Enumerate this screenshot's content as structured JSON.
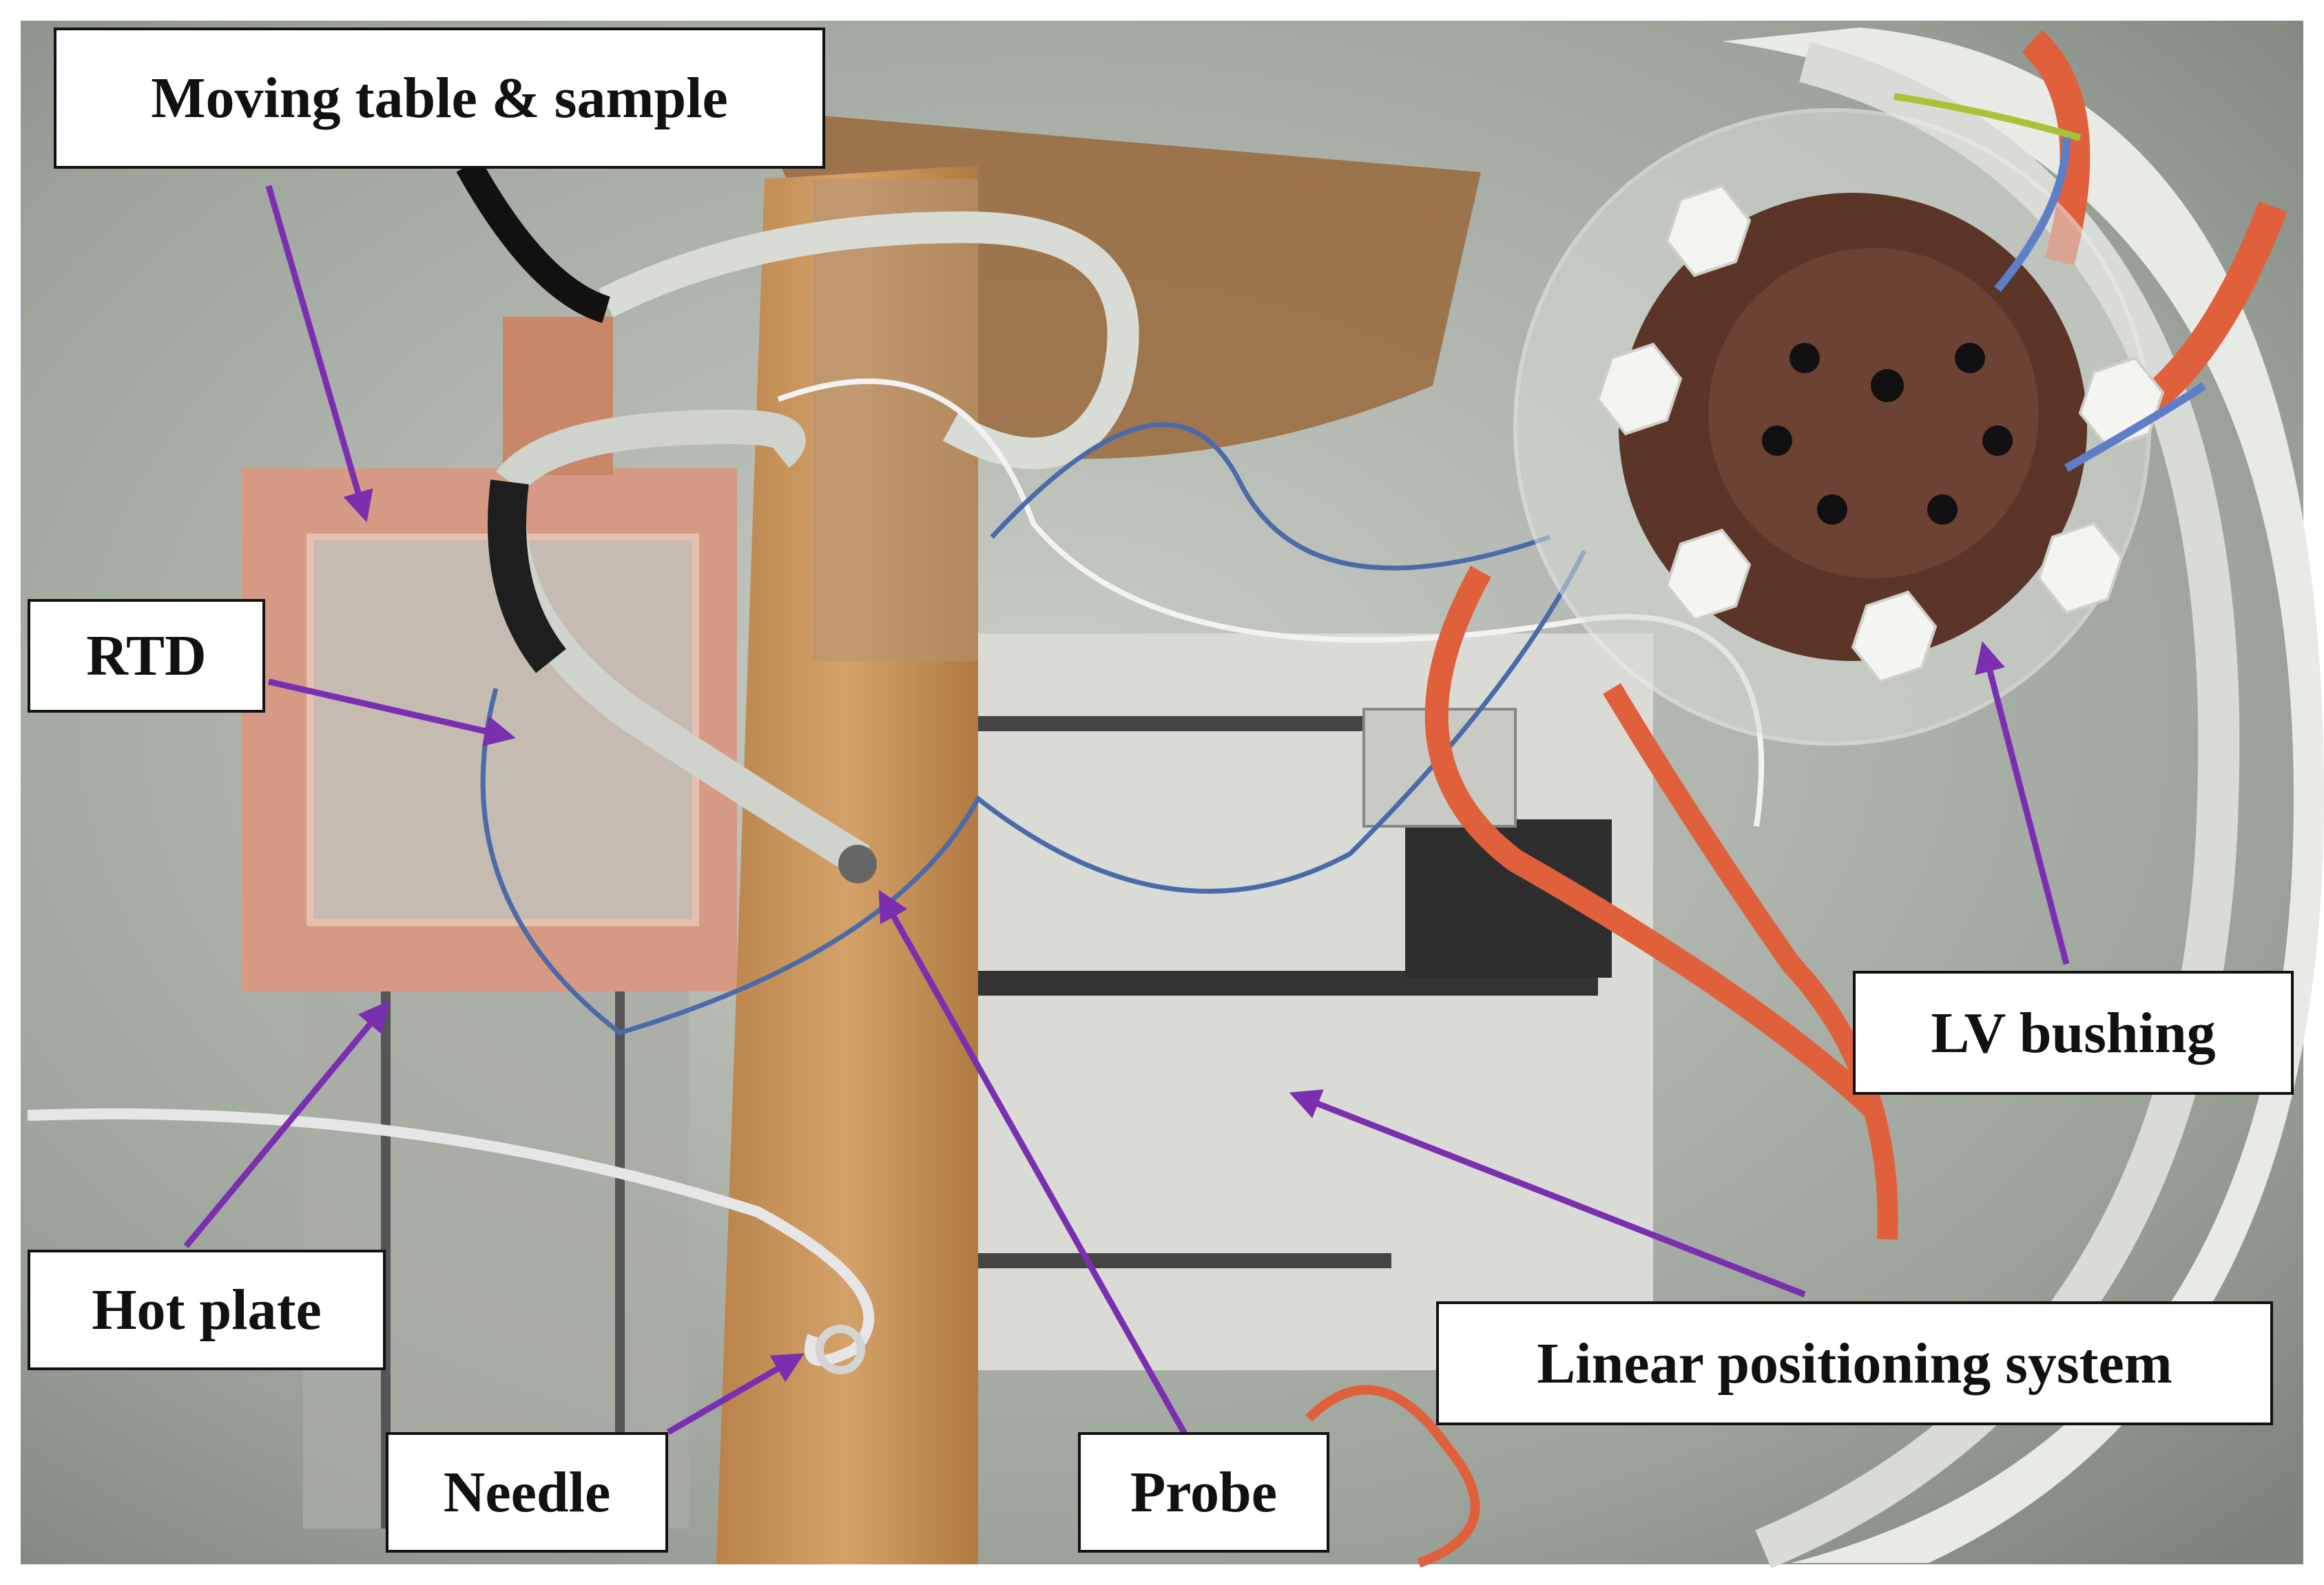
{
  "labels": {
    "moving_table": "Moving table & sample",
    "rtd": "RTD",
    "hot_plate": "Hot plate",
    "needle": "Needle",
    "probe": "Probe",
    "linear_positioning": "Linear positioning system",
    "lv_bushing": "LV bushing"
  },
  "colors": {
    "arrow": "#7a2fb0",
    "label_border": "#111111",
    "label_bg": "#ffffff",
    "copper": "#d69a84",
    "wood": "#c8945a",
    "chamber": "#b9bfb8",
    "cable_red": "#e0603c"
  }
}
